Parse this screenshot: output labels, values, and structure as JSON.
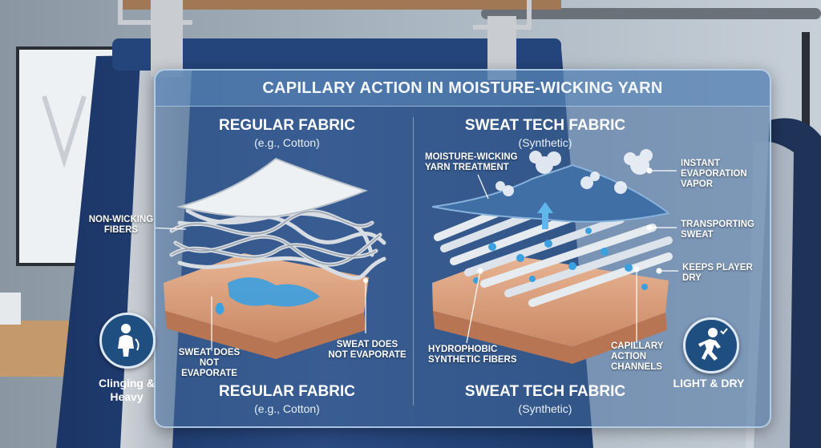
{
  "title": "CAPILLARY ACTION IN MOISTURE-WICKING YARN",
  "left": {
    "heading": "REGULAR FABRIC",
    "subheading": "(e.g., Cotton)",
    "label_fibers": "NON-WICKING FIBERS",
    "label_sweat_left": "SWEAT DOES NOT EVAPORATE",
    "label_sweat_right": "SWEAT DOES NOT EVAPORATE",
    "badge": "Clinging & Heavy",
    "footer_heading": "REGULAR FABRIC",
    "footer_subheading": "(e.g., Cotton)"
  },
  "right": {
    "heading": "SWEAT TECH FABRIC",
    "subheading": "(Synthetic)",
    "label_treatment": "MOISTURE-WICKING YARN TREATMENT",
    "label_vapor": "INSTANT EVAPORATION VAPOR",
    "label_transport": "TRANSPORTING SWEAT",
    "label_dry": "KEEPS PLAYER DRY",
    "label_fibers": "HYDROPHOBIC SYNTHETIC FIBERS",
    "label_channels": "CAPILLARY ACTION CHANNELS",
    "badge": "LIGHT & DRY",
    "footer_heading": "SWEAT TECH FABRIC",
    "footer_subheading": "(Synthetic)"
  },
  "icons": {
    "left_badge": "heavy-person-icon",
    "right_badge": "running-person-icon"
  },
  "colors": {
    "panel": "#4d78a8",
    "skin": "#d9a07c",
    "sweat": "#3aa0e0",
    "fabric_top": "#3f6fa4",
    "badge": "#1f4f80"
  }
}
